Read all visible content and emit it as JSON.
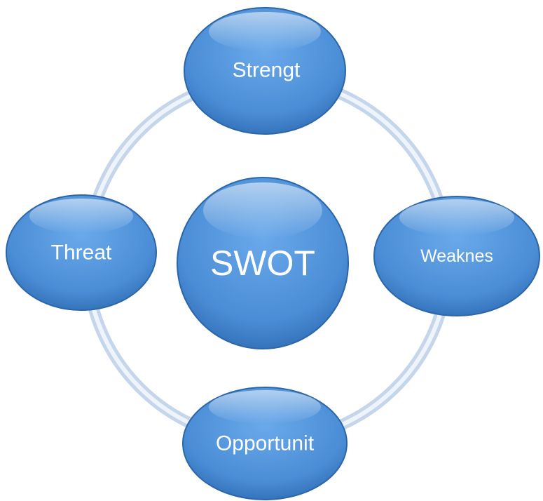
{
  "diagram": {
    "center": "SWOT",
    "nodes": [
      {
        "id": "strength",
        "label": "Strengt"
      },
      {
        "id": "weakness",
        "label": "Weaknes"
      },
      {
        "id": "opportunity",
        "label": "Opportunit"
      },
      {
        "id": "threat",
        "label": "Threat"
      }
    ]
  },
  "colors": {
    "node_fill": "#4a8fd8",
    "node_edge": "#2f6cb0",
    "ring": "#c8d8ea"
  }
}
